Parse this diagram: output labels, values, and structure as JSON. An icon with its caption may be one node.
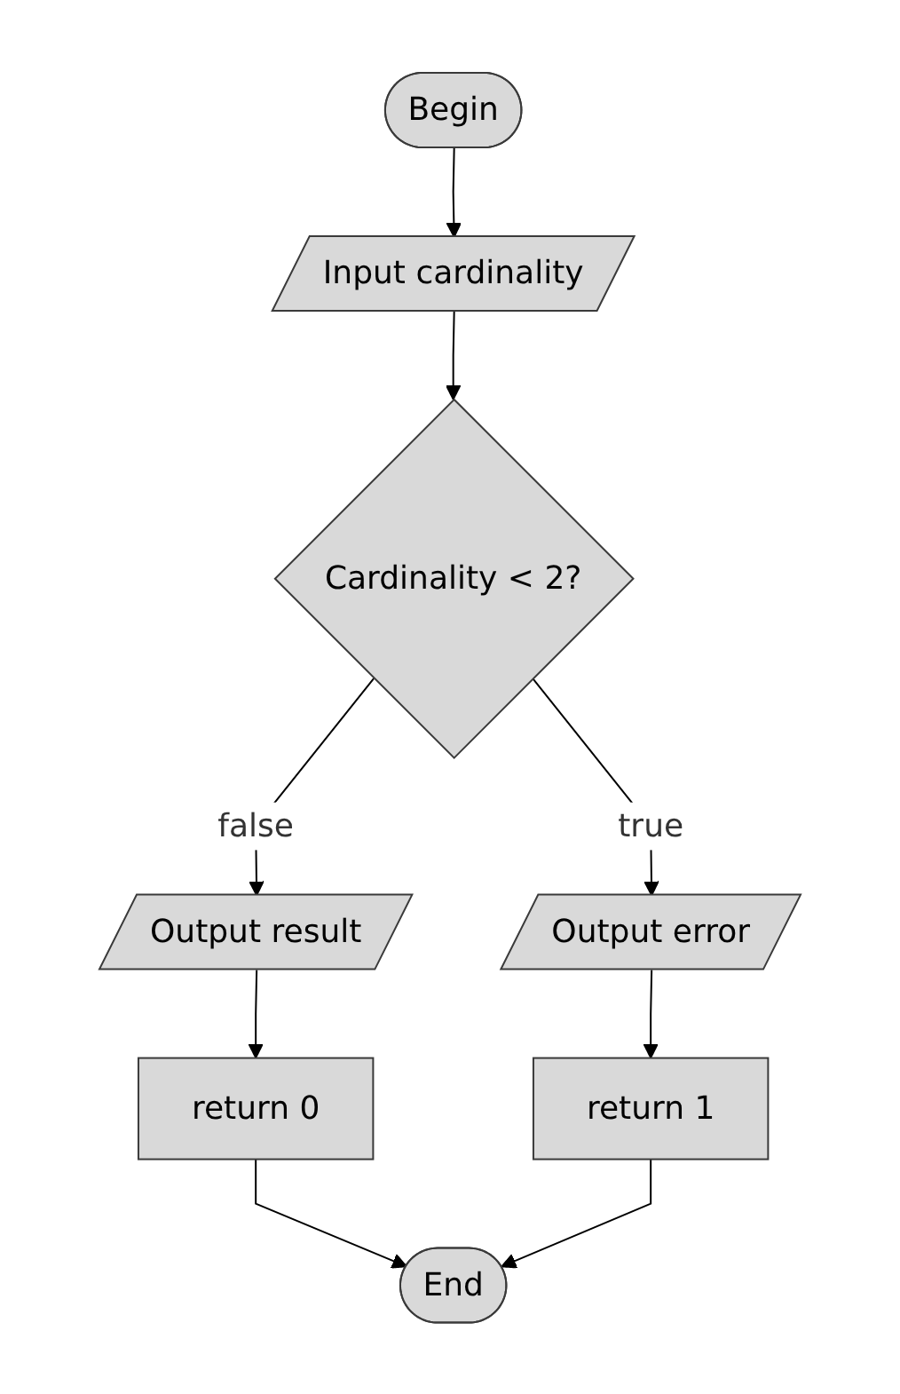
{
  "diagram": {
    "nodes": [
      {
        "text": [
          "Begin"
        ]
      },
      {
        "text": [
          "Input cardinality"
        ]
      },
      {
        "text": [
          "Cardinality < 2?"
        ]
      },
      {
        "text": [
          "Output error"
        ]
      },
      {
        "text": [
          "Output result"
        ]
      },
      {
        "text": [
          "return 1"
        ]
      },
      {
        "text": [
          "return 0"
        ]
      },
      {
        "text": [
          "End"
        ]
      }
    ],
    "edges": [
      {
        "from": 0,
        "to": 1,
        "arrow": "to"
      },
      {
        "from": 1,
        "to": 2,
        "arrow": "to"
      },
      {
        "from": 2,
        "to": 3,
        "arrow": "to",
        "label": "true"
      },
      {
        "from": 2,
        "to": 4,
        "arrow": "to",
        "label": "false"
      },
      {
        "from": 3,
        "to": 5,
        "arrow": "to"
      },
      {
        "from": 4,
        "to": 6,
        "arrow": "to"
      },
      {
        "from": 6,
        "to": 7,
        "arrow": "to"
      },
      {
        "from": 5,
        "to": 7,
        "arrow": "to"
      }
    ]
  }
}
